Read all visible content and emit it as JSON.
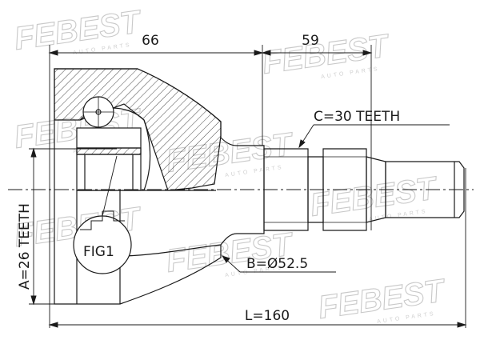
{
  "dimensions": {
    "housing_length": "66",
    "shaft_length": "59",
    "total_length": "L=160",
    "outer_diameter": "B=Ø52.5",
    "outer_teeth": "C=30 TEETH",
    "inner_teeth": "A=26 TEETH"
  },
  "figure_label": "FIG1",
  "watermark": {
    "brand": "FEBEST",
    "tagline": "AUTO PARTS"
  },
  "colors": {
    "line": "#1a1a1a",
    "watermark": "#c9c9c9"
  }
}
